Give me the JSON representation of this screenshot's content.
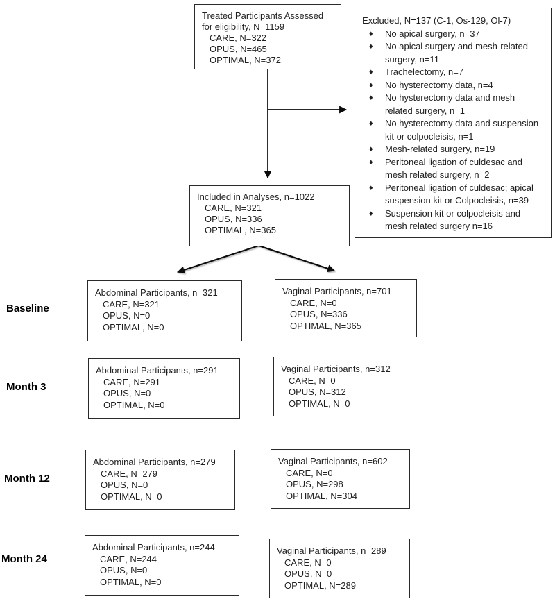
{
  "page": {
    "background": "#ffffff",
    "border_color": "#2a2a2a",
    "text_color": "#1f1f1f",
    "arrow_color": "#0a0a0a"
  },
  "assessed_box": {
    "title": "Treated Participants Assessed for eligibility, N=1159",
    "care": "CARE, N=322",
    "opus": "OPUS, N=465",
    "optimal": "OPTIMAL, N=372"
  },
  "excluded_box": {
    "title": "Excluded, N=137 (C-1, Os-129, Ol-7)",
    "bullet": "♦",
    "items": [
      "No apical surgery, n=37",
      "No apical surgery and mesh-related surgery, n=11",
      "Trachelectomy, n=7",
      "No hysterectomy data, n=4",
      "No hysterectomy data and mesh related surgery, n=1",
      "No hysterectomy data and suspension kit or colpocleisis, n=1",
      "Mesh-related surgery, n=19",
      "Peritoneal ligation of culdesac and mesh related surgery, n=2",
      "Peritoneal ligation of culdesac; apical suspension kit or Colpocleisis, n=39",
      "Suspension kit or colpocleisis and mesh related surgery n=16"
    ]
  },
  "included_box": {
    "title": "Included in Analyses, n=1022",
    "care": "CARE, N=321",
    "opus": "OPUS, N=336",
    "optimal": "OPTIMAL, N=365"
  },
  "rows": [
    {
      "label": "Baseline",
      "abdominal": {
        "title": "Abdominal Participants, n=321",
        "care": "CARE, N=321",
        "opus": "OPUS, N=0",
        "optimal": "OPTIMAL, N=0"
      },
      "vaginal": {
        "title": "Vaginal Participants, n=701",
        "care": "CARE, N=0",
        "opus": "OPUS, N=336",
        "optimal": "OPTIMAL, N=365"
      }
    },
    {
      "label": "Month 3",
      "abdominal": {
        "title": "Abdominal Participants, n=291",
        "care": "CARE, N=291",
        "opus": "OPUS, N=0",
        "optimal": "OPTIMAL, N=0"
      },
      "vaginal": {
        "title": "Vaginal Participants, n=312",
        "care": "CARE, N=0",
        "opus": "OPUS, N=312",
        "optimal": "OPTIMAL, N=0"
      }
    },
    {
      "label": "Month 12",
      "abdominal": {
        "title": "Abdominal Participants, n=279",
        "care": "CARE, N=279",
        "opus": "OPUS, N=0",
        "optimal": "OPTIMAL, N=0"
      },
      "vaginal": {
        "title": "Vaginal Participants, n=602",
        "care": "CARE, N=0",
        "opus": "OPUS, N=298",
        "optimal": "OPTIMAL, N=304"
      }
    },
    {
      "label": "Month 24",
      "abdominal": {
        "title": "Abdominal Participants, n=244",
        "care": "CARE, N=244",
        "opus": "OPUS, N=0",
        "optimal": "OPTIMAL, N=0"
      },
      "vaginal": {
        "title": "Vaginal Participants, n=289",
        "care": "CARE, N=0",
        "opus": "OPUS, N=0",
        "optimal": "OPTIMAL, N=289"
      }
    }
  ]
}
